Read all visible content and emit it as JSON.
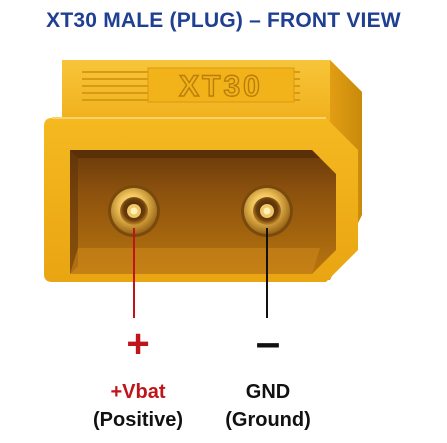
{
  "title": "XT30 MALE (PLUG) – FRONT VIEW",
  "embossed_text": "XT30",
  "pins": {
    "positive": {
      "sign": "+",
      "name": "+Vbat",
      "description": "(Positive)"
    },
    "negative": {
      "sign": "–",
      "name": "GND",
      "description": "(Ground)"
    }
  },
  "colors": {
    "title": "#1f3f93",
    "housing": "#f2b21a",
    "housing_dark": "#d99a10",
    "positive": "#c0141b",
    "negative": "#111111",
    "contact_gold": "#e8b54a"
  }
}
